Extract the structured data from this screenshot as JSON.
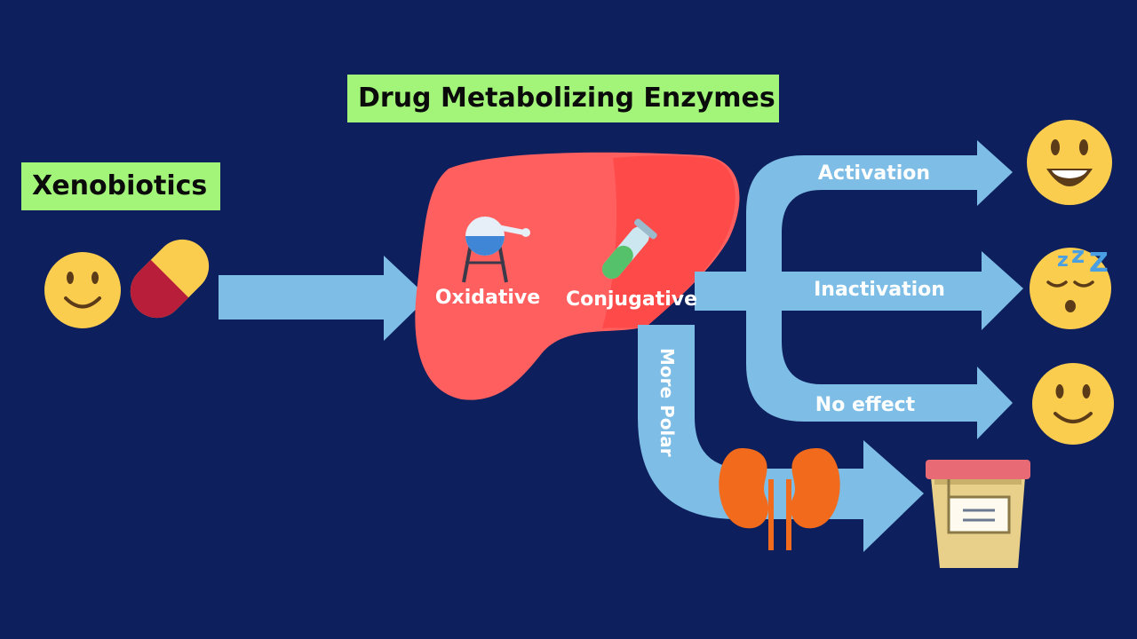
{
  "title": "Drug Metabolizing Enzymes",
  "input_label": "Xenobiotics",
  "phases": {
    "phase1": "Oxidative",
    "phase2": "Conjugative"
  },
  "excretion_label": "More Polar",
  "outcomes": [
    {
      "label": "Activation",
      "face": "grinning-face"
    },
    {
      "label": "Inactivation",
      "face": "sleeping-face"
    },
    {
      "label": "No effect",
      "face": "smiling-face"
    }
  ],
  "icons": {
    "start_face": "smiling-face",
    "pill": "capsule-pill-icon",
    "flask": "round-bottom-flask-icon",
    "tube": "test-tube-icon",
    "kidneys": "kidneys-icon",
    "container": "urine-sample-container-icon"
  },
  "colors": {
    "background": "#0d1f5c",
    "arrow": "#7dbde6",
    "liver": "#ff5f5f",
    "label_bg": "#a3f57a",
    "face": "#fbcd4f",
    "kidney": "#f26b1d"
  }
}
